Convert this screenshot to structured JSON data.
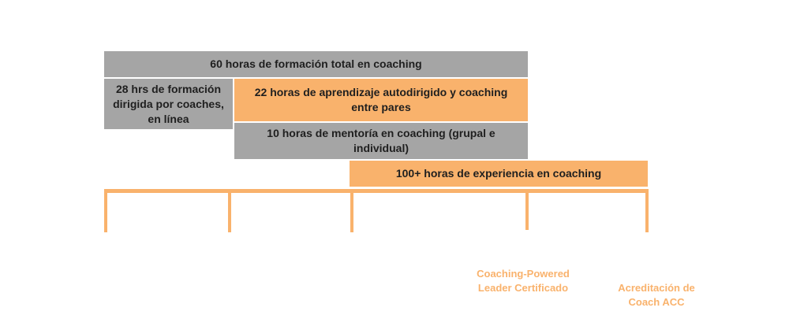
{
  "bars": {
    "total": "60 horas de formación total en coaching",
    "coach_led": [
      "28 hrs de formación",
      "dirigida por coaches,",
      "en línea"
    ],
    "self_directed": [
      "22 horas de aprendizaje autodirigido y coaching",
      "entre pares"
    ],
    "mentoring": "10 horas de mentoría en coaching (grupal e individual)",
    "experience": "100+ horas de experiencia en coaching"
  },
  "milestones": {
    "cpl": [
      "Coaching-Powered",
      "Leader Certificado"
    ],
    "acc": [
      "Acreditación de",
      "Coach ACC"
    ]
  },
  "colors": {
    "gray": "#a5a5a5",
    "orange": "#f9b26c",
    "text": "#1f1f1f"
  }
}
